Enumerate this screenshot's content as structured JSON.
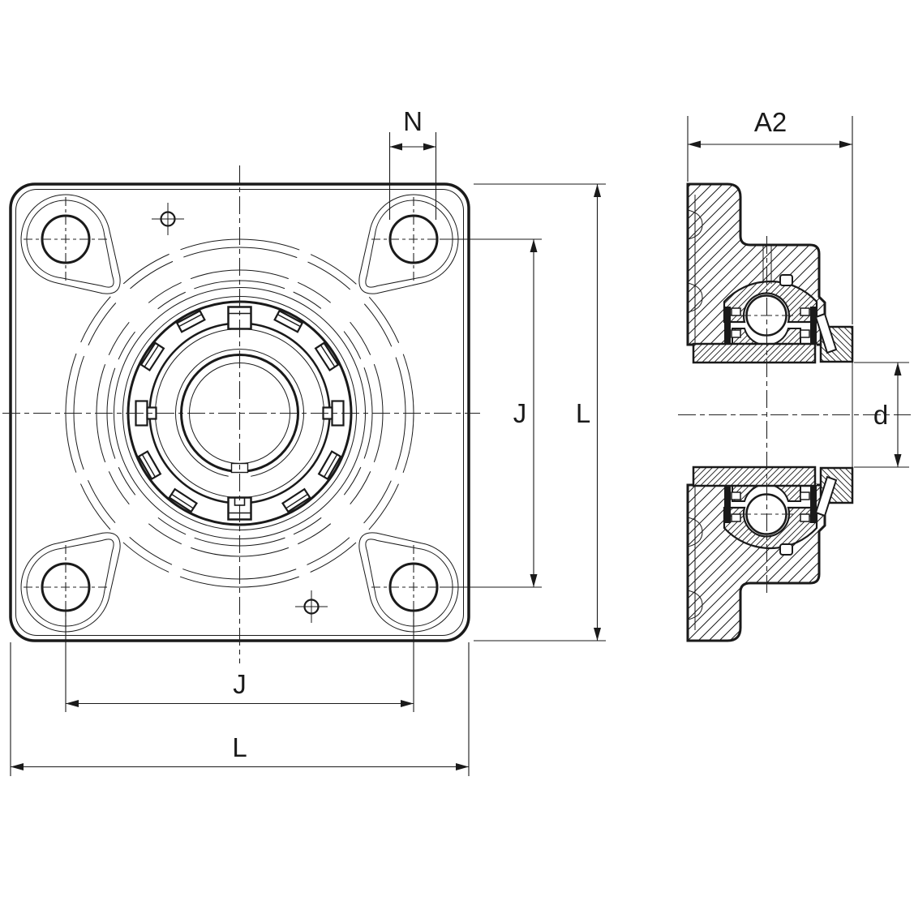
{
  "drawing": {
    "description": "4-bolt square flanged bearing unit, front view and sectioned side view",
    "dimensions": {
      "n": "N",
      "a2": "A2",
      "j": "J",
      "l": "L",
      "d": "d"
    },
    "colors": {
      "line": "#1a1a1a",
      "centerline": "#222222",
      "background": "#ffffff"
    }
  }
}
